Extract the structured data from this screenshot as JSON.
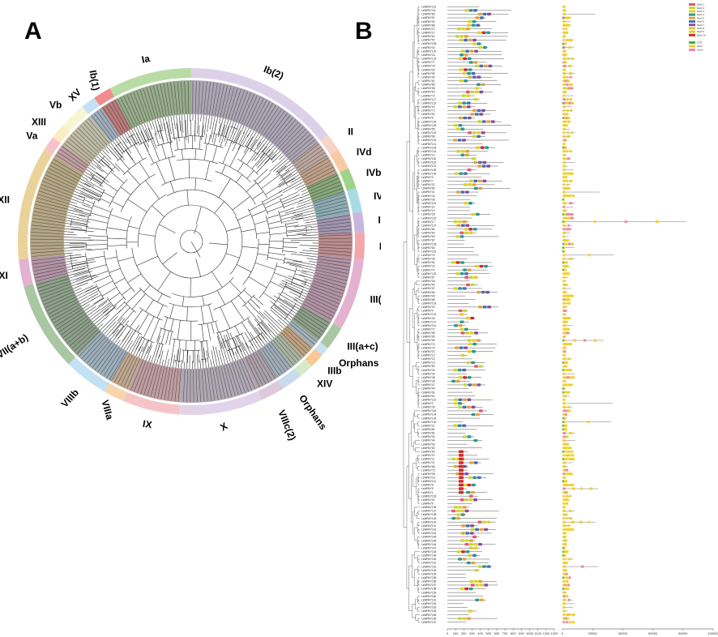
{
  "figure": {
    "panel_a_letter": "A",
    "panel_b_letter": "B"
  },
  "panel_a": {
    "clades": [
      {
        "name": "Ia",
        "color": "#b9dca6"
      },
      {
        "name": "Ib(2)",
        "color": "#ddd1ea"
      },
      {
        "name": "II",
        "color": "#f7d4c8"
      },
      {
        "name": "IVd",
        "color": "#f9c9a4"
      },
      {
        "name": "IVb",
        "color": "#9fd38a"
      },
      {
        "name": "IVc",
        "color": "#a9dbe6"
      },
      {
        "name": "IVa",
        "color": "#c9b6de"
      },
      {
        "name": "IIIf",
        "color": "#f4a6ab"
      },
      {
        "name": "III(d+e)",
        "color": "#e3b2cf"
      },
      {
        "name": "III(a+c)",
        "color": "#a9c7a2"
      },
      {
        "name": "Orphans",
        "color": "#c7e2f2"
      },
      {
        "name": "IIIb",
        "color": "#f9c894"
      },
      {
        "name": "XIV",
        "color": "#d6e9c8"
      },
      {
        "name": "Orphans",
        "color": "#c7dbef"
      },
      {
        "name": "VIIIc(2)",
        "color": "#ddc9dc"
      },
      {
        "name": "X",
        "color": "#e1d4ea"
      },
      {
        "name": "IX",
        "color": "#f6c4c8"
      },
      {
        "name": "VIIIa",
        "color": "#fad4ad"
      },
      {
        "name": "VIIIb",
        "color": "#c4e0f3"
      },
      {
        "name": "VII(a+b)",
        "color": "#a9c7a2"
      },
      {
        "name": "XI",
        "color": "#e3b2cf"
      },
      {
        "name": "XII",
        "color": "#ead39b"
      },
      {
        "name": "Va",
        "color": "#f6c4c8"
      },
      {
        "name": "XIII",
        "color": "#fbecc5"
      },
      {
        "name": "Vb",
        "color": "#f8f6d2"
      },
      {
        "name": "XV",
        "color": "#c4e0f3"
      },
      {
        "name": "Ib(1)",
        "color": "#f18c8c"
      }
    ]
  },
  "panel_b": {
    "gene_ids": [
      "LsWRKY113",
      "LsWRKY111",
      "LsWRKY86",
      "LsWRKY91",
      "LsWRKY90",
      "LsWRKY88",
      "LsWRKY12",
      "LsWRKY27",
      "LsWRKY62",
      "LsWRKY57",
      "LsWRKY108",
      "LsWRKY42",
      "LsWRKY100",
      "LsWRKY16",
      "LsWRKY123",
      "LsWRKY77",
      "LsWRKY78",
      "LsWRKY25",
      "LsWRKY99",
      "LsWRKY94",
      "LsWRKY61",
      "LsWRKY85",
      "LsWRKY58",
      "LsWRKY63",
      "LsWRKY73",
      "LsWRKY117",
      "LsWRKY122",
      "LsWRKY24",
      "LsWRKY72",
      "LsWRKY92",
      "LsWRKY5",
      "LsWRKY109",
      "LsWRKY128",
      "LsWRKY55",
      "LsWRKY129",
      "LsWRKY96",
      "LsWRKY132",
      "LsWRKY121",
      "LsWRKY126",
      "LsWRKY124",
      "LsWRKY10",
      "LsWRKY116",
      "LsWRKY115",
      "LsWRKY101",
      "LsWRKY105",
      "LsWRKY106",
      "LsWRKY3",
      "LsWRKY7",
      "LsWRKY32",
      "LsWRKY89",
      "LsWRKY41",
      "LsWRKY43",
      "LsWRKY35",
      "LsWRKY119",
      "LsWRKY20",
      "LsWRKY14",
      "LsWRKY39",
      "LsWRKY120",
      "LsWRKY17",
      "LsWRKY107",
      "LsWRKY84",
      "LsWRKY60",
      "LsWRKY53",
      "LsWRKY87",
      "LsWRKY135",
      "LsWRKY64",
      "LsWRKY102",
      "LsWRKY70",
      "LsWRKY46",
      "LsWRKY54",
      "LsWRKY23",
      "LsWRKY74",
      "LsWRKY125",
      "LsWRKY97",
      "LsWRKY36",
      "LsWRKY69",
      "LsWRKY67",
      "LsWRKY65",
      "LsWRKY49",
      "LsWRKY66",
      "LsWRKY103",
      "LsWRKY33",
      "LsWRKY4",
      "LsWRKY131",
      "LsWRKY45",
      "LsWRKY127",
      "LsWRKY114",
      "LsWRKY71",
      "LsWRKY98",
      "LsWRKY95",
      "LsWRKY56",
      "LsWRKY76",
      "LsWRKY79",
      "LsWRKY22",
      "LsWRKY13",
      "LsWRKY15",
      "LsWRKY19",
      "LsWRKY80",
      "LsWRKY29",
      "LsWRKY30",
      "LsWRKY48",
      "LsWRKY28",
      "LsWRKY47",
      "LsWRKY40",
      "LsWRKY50",
      "LsWRKY51",
      "LsWRKY110",
      "LsWRKY2",
      "LsWRKY26",
      "LsWRKY118",
      "LsWRKY134",
      "LsWRKY104",
      "LsWRKY130",
      "LsWRKY31",
      "LsWRKY81",
      "LsWRKY82",
      "LsWRKY34",
      "LsWRKY44",
      "LsWRKY93",
      "LsWRKY83",
      "LsWRKY59",
      "LsWRKY37",
      "LsWRKY11",
      "LsWRKY21",
      "LsWRKY68",
      "LsWRKY75",
      "LsWRKY38",
      "LsWRKY18",
      "LsWRKY112",
      "LsWRKY8",
      "LsWRKY9",
      "LsWRKY1",
      "LsWRKY133",
      "LsWRKY52",
      "LsWRKY6",
      "LsWRKY136",
      "LsWRKY137",
      "LsWRKY138",
      "LsWRKY139",
      "LsWRKY140",
      "LsWRKY141",
      "LsWRKY142",
      "LsWRKY143",
      "LsWRKY144",
      "LsWRKY145",
      "LsWRKY146",
      "LsWRKY147",
      "LsWRKY148",
      "LsWRKY149",
      "LsWRKY150",
      "LsWRKY151",
      "LsWRKY152",
      "LsWRKY153",
      "LsWRKY154",
      "LsWRKY155",
      "LsWRKY156",
      "LsWRKY157",
      "LsWRKY158",
      "LsWRKY159",
      "LsWRKY160",
      "LsWRKY161",
      "LsWRKY162",
      "LsWRKY163",
      "LsWRKY164",
      "LsWRKY165",
      "LsWRKY166",
      "LsWRKY167"
    ],
    "motif_legend": [
      {
        "name": "Motif 1",
        "color": "#e8567a"
      },
      {
        "name": "Motif 2",
        "color": "#c8d639"
      },
      {
        "name": "Motif 3",
        "color": "#e3d12b"
      },
      {
        "name": "Motif 4",
        "color": "#2c9a8f"
      },
      {
        "name": "Motif 5",
        "color": "#e9a23b"
      },
      {
        "name": "Motif 6",
        "color": "#4c6fb3"
      },
      {
        "name": "Motif 7",
        "color": "#8a4e9c"
      },
      {
        "name": "Motif 8",
        "color": "#e8c33c"
      },
      {
        "name": "Motif 9",
        "color": "#d9d13a"
      },
      {
        "name": "Motif 10",
        "color": "#d42a2a"
      }
    ],
    "structure_legend": [
      {
        "name": "UTR",
        "color": "#3fae49"
      },
      {
        "name": "CDS",
        "color": "#f2d024"
      },
      {
        "name": "Intron",
        "color": "#f08aa0"
      }
    ],
    "motif_axis_ticks": [
      "0",
      "100",
      "200",
      "300",
      "400",
      "500",
      "600",
      "700",
      "800",
      "900",
      "1000",
      "1100",
      "1200",
      "1300"
    ],
    "gene_axis_ticks": [
      "0",
      "20000",
      "40000",
      "60000",
      "80000",
      "100000"
    ]
  }
}
